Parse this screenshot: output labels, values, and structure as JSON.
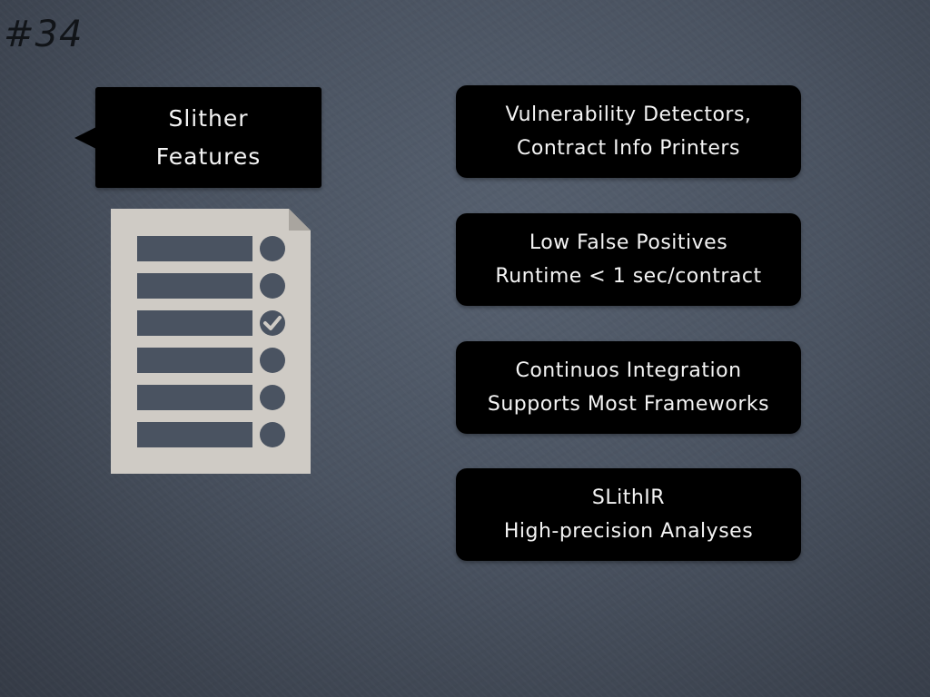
{
  "slide": {
    "number": "#34"
  },
  "callout": {
    "lines": [
      "Slither",
      "Features"
    ]
  },
  "checklist": {
    "row_count": 6,
    "checked_rows": [
      3
    ],
    "paper_color": "#cfcbc5",
    "bar_color": "#4a5361",
    "check_icon": "checkmark-icon"
  },
  "features": [
    {
      "lines": [
        "Vulnerability Detectors,",
        "Contract Info Printers"
      ]
    },
    {
      "lines": [
        "Low False Positives",
        "Runtime < 1 sec/contract"
      ]
    },
    {
      "lines": [
        "Continuos Integration",
        "Supports Most Frameworks"
      ]
    },
    {
      "lines": [
        "SLithIR",
        "High-precision Analyses"
      ]
    }
  ],
  "colors": {
    "background": "#4a5361",
    "box": "#000000",
    "text": "#f4f4f4",
    "slide_number": "#111418"
  }
}
